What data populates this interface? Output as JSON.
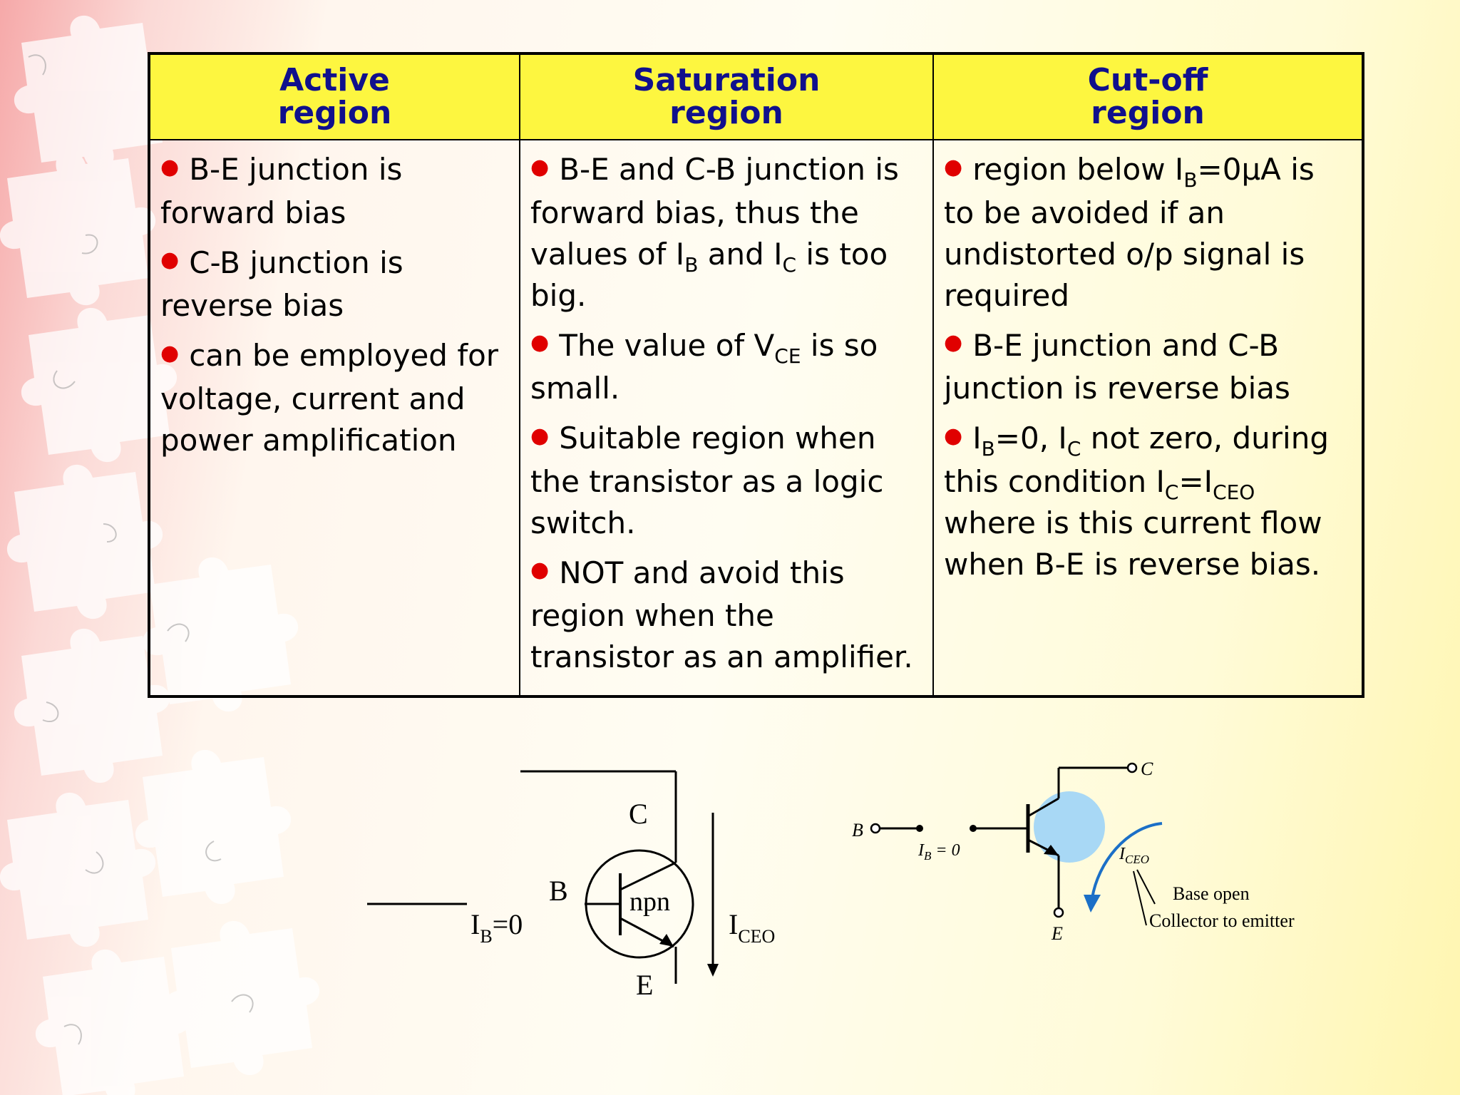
{
  "table": {
    "headers": [
      {
        "line1": "Active",
        "line2": "region"
      },
      {
        "line1": "Saturation",
        "line2": "region"
      },
      {
        "line1": "Cut-off",
        "line2": "region"
      }
    ],
    "active": [
      "B-E junction is forward bias",
      "C-B junction is reverse bias",
      "can be employed for voltage, current and power amplification"
    ],
    "saturation": {
      "b1_a": "B-E and C-B junction is forward bias, thus the values of I",
      "b1_sub1": "B",
      "b1_b": " and I",
      "b1_sub2": "C",
      "b1_c": " is too big.",
      "b2_a": "The value of V",
      "b2_sub": "CE",
      "b2_b": " is so small.",
      "b3": "Suitable region when the transistor as a logic switch.",
      "b4": "NOT and avoid this region when the transistor as an amplifier."
    },
    "cutoff": {
      "b1_a": "region below I",
      "b1_sub": "B",
      "b1_b": "=0μA is to be avoided if an undistorted o/p signal is required",
      "b2": "B-E junction and C-B junction is reverse bias",
      "b3_a": "I",
      "b3_sub1": "B",
      "b3_b": "=0, I",
      "b3_sub2": "C",
      "b3_c": " not zero, during this condition I",
      "b3_sub3": "C",
      "b3_d": "=I",
      "b3_sub4": "CEO",
      "b3_e": " where is this current flow when B-E is reverse bias."
    }
  },
  "diagram_left": {
    "label_c": "C",
    "label_b": "B",
    "label_e": "E",
    "label_npn": "npn",
    "label_ib": "I",
    "label_ib_sub": "B",
    "label_ib_val": "=0",
    "label_iceo": "I",
    "label_iceo_sub": "CEO"
  },
  "diagram_right": {
    "label_b": "B",
    "label_c": "C",
    "label_e": "E",
    "label_ib": "I",
    "label_ib_sub": "B",
    "label_ib_val": " = 0",
    "label_iceo": "I",
    "label_iceo_sub": "CEO",
    "note_base": "Base open",
    "note_ce": "Collector to emitter"
  },
  "colors": {
    "header_bg": "#fdf640",
    "header_text": "#10108c",
    "bullet": "#e00000",
    "transistor_fill": "#a8d8f5"
  }
}
